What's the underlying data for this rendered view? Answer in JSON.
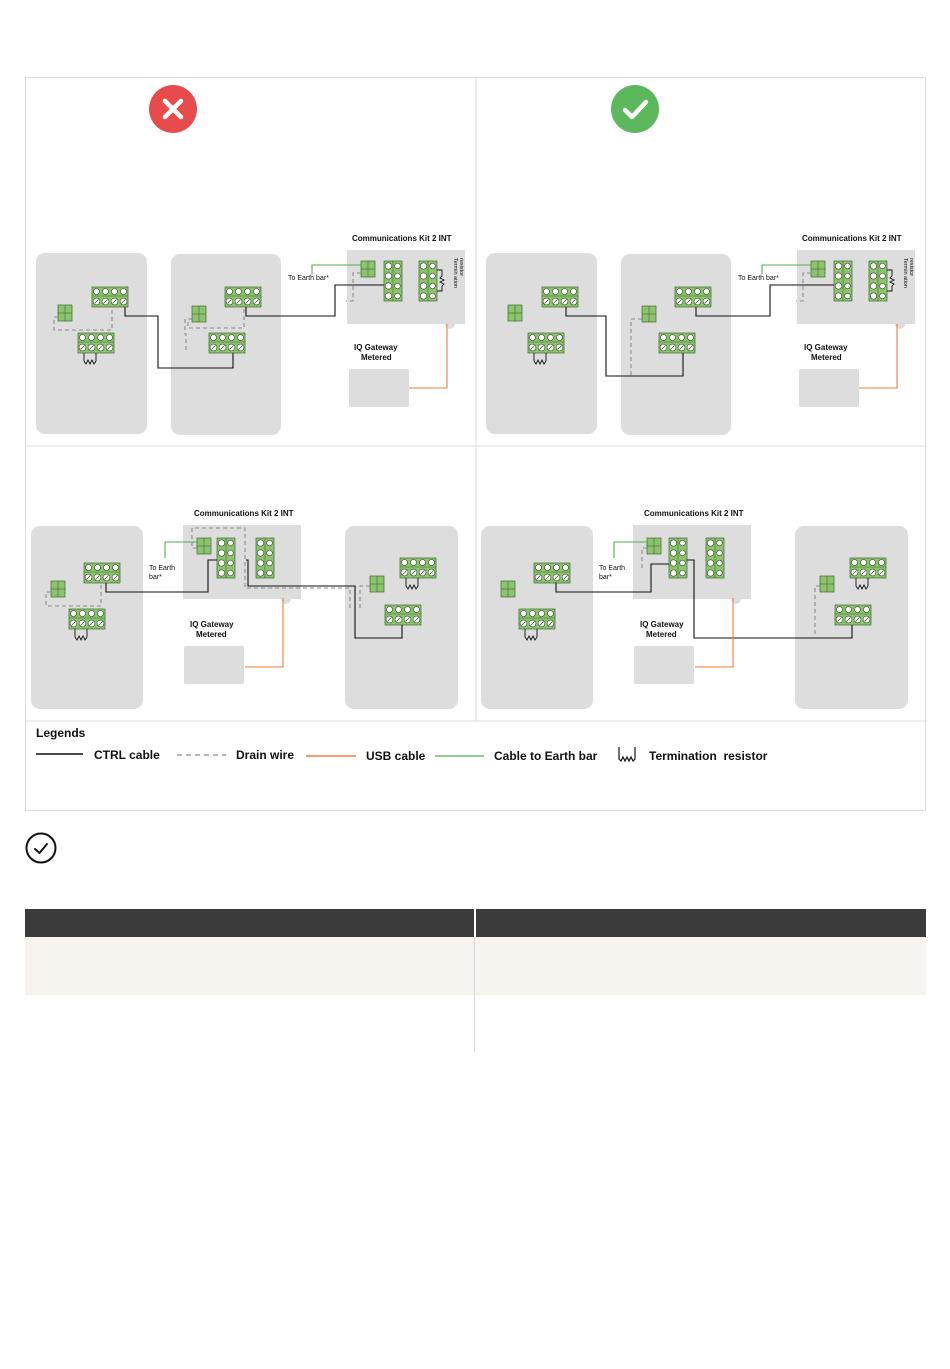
{
  "panels": [
    {
      "id": "incorrect-top",
      "status": "incorrect",
      "kit_title": "Communications Kit 2 INT",
      "earth_label": "To Earth bar*",
      "termination_label": [
        "Termin ation",
        "resistor"
      ],
      "gateway_label": [
        "IQ Gateway",
        "Metered"
      ]
    },
    {
      "id": "correct-top",
      "status": "correct",
      "kit_title": "Communications Kit 2 INT",
      "earth_label": "To Earth bar*",
      "termination_label": [
        "Termin ation",
        "resistor"
      ],
      "gateway_label": [
        "IQ Gateway",
        "Metered"
      ]
    },
    {
      "id": "incorrect-bottom",
      "kit_title": "Communications Kit 2 INT",
      "earth_label": [
        "To Earth",
        "bar*"
      ],
      "gateway_label": [
        "IQ Gateway",
        "Metered"
      ]
    },
    {
      "id": "correct-bottom",
      "kit_title": "Communications Kit 2 INT",
      "earth_label": [
        "To Earth",
        "bar*"
      ],
      "gateway_label": [
        "IQ Gateway",
        "Metered"
      ]
    }
  ],
  "legend": {
    "title": "Legends",
    "items": [
      {
        "label": "CTRL cable",
        "color": "#111111",
        "style": "solid"
      },
      {
        "label": "Drain wire",
        "color": "#8c8c8c",
        "style": "dashed"
      },
      {
        "label": "USB cable",
        "color": "#f07c3a",
        "style": "solid"
      },
      {
        "label": "Cable to Earth bar",
        "color": "#4caf50",
        "style": "solid"
      },
      {
        "label": "Termination  resistor",
        "icon": "termination-resistor-icon"
      }
    ]
  },
  "colors": {
    "incorrect": "#e84b4b",
    "correct": "#5cb85c",
    "device_fill": "#dddddd",
    "terminal_fill": "#8dc26f",
    "table_header": "#3b3b3b",
    "table_shaded_row": "#f7f3ee"
  },
  "icons": {
    "incorrect_badge": "cross-icon",
    "correct_badge": "check-icon",
    "note_badge": "check-circle-icon"
  },
  "table": {
    "columns": [
      "",
      ""
    ],
    "rows": [
      [
        "",
        ""
      ],
      [
        "",
        ""
      ]
    ]
  }
}
